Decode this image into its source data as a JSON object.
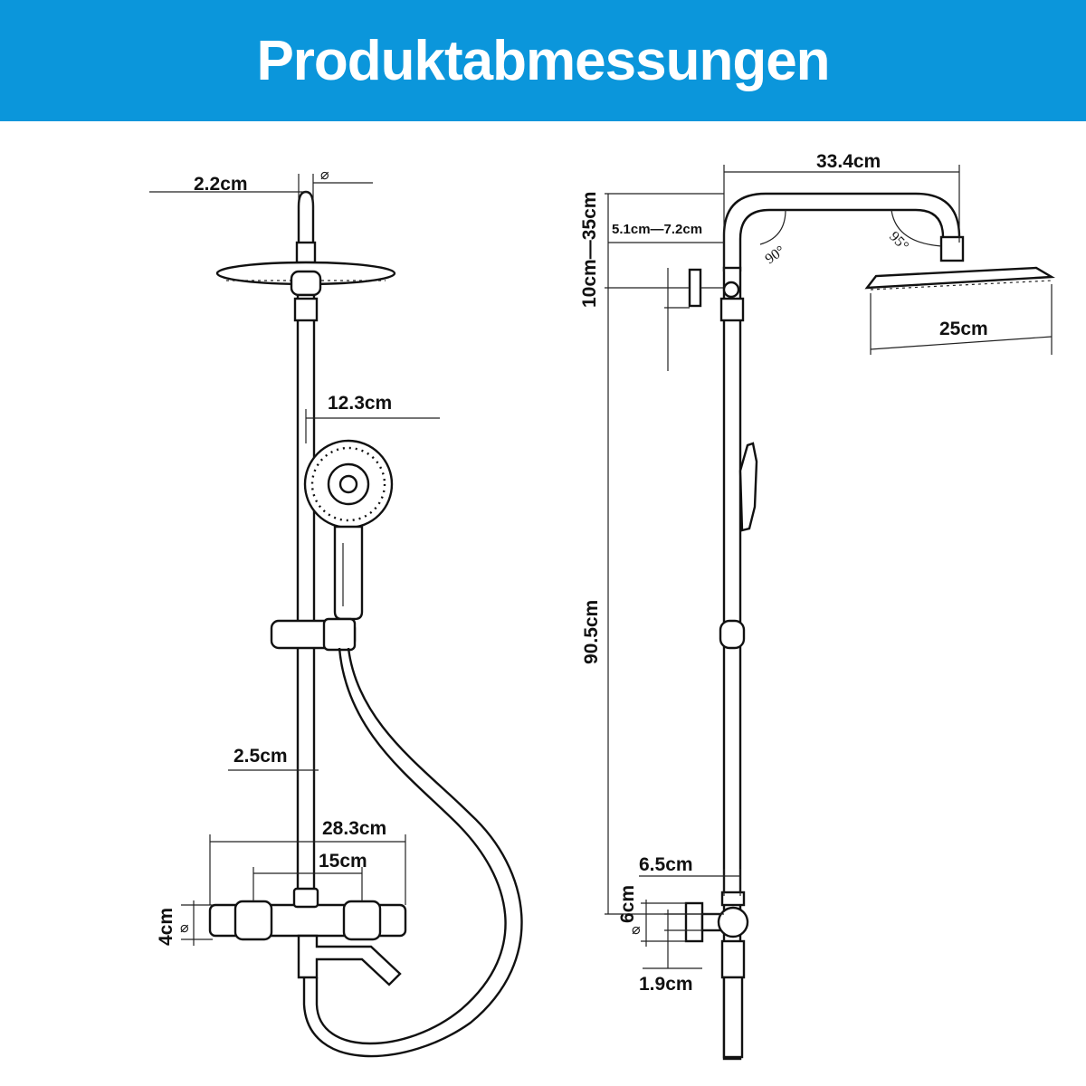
{
  "title": "Produktabmessungen",
  "colors": {
    "header": "#0b96db",
    "title_text": "#ffffff",
    "line": "#111111"
  },
  "front_view": {
    "pipe_diameter_symbol": "⌀",
    "pipe_diameter": "2.2cm",
    "handshower_width": "12.3cm",
    "rod_diameter": "2.5cm",
    "mixer_width": "28.3cm",
    "inlet_spacing": "15cm",
    "mixer_diameter_symbol": "⌀",
    "mixer_diameter": "4cm"
  },
  "side_view": {
    "arm_reach": "33.4cm",
    "height_adjust": "10cm—35cm",
    "arm_offset": "5.1cm—7.2cm",
    "angle_arm": "90°",
    "angle_head": "95°",
    "head_diameter": "25cm",
    "total_height": "90.5cm",
    "wall_offset": "6.5cm",
    "flange_symbol": "⌀",
    "flange_diameter": "6cm",
    "connector_size": "1.9cm"
  }
}
